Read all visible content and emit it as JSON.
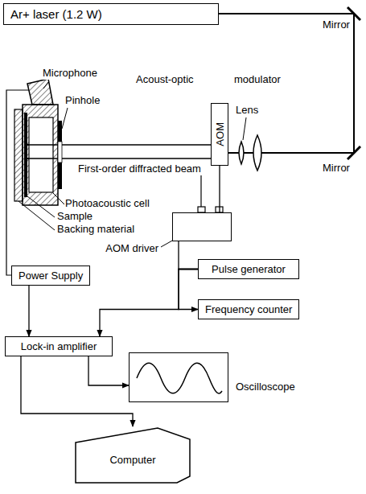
{
  "diagram": {
    "nodes": [
      {
        "text": [
          "Ar+ laser (1.2 W)"
        ]
      },
      {
        "text": [
          "AOM"
        ]
      },
      {
        "text": [
          "AOM driver"
        ]
      },
      {
        "text": [
          "Power Supply"
        ]
      },
      {
        "text": [
          "Pulse generator"
        ]
      },
      {
        "text": [
          "Frequency counter"
        ]
      },
      {
        "text": [
          "Lock-in amplifier"
        ]
      },
      {
        "text": [
          "Oscilloscope"
        ]
      },
      {
        "text": [
          "Computer"
        ]
      }
    ],
    "edges": [
      {
        "from": 2,
        "to": 1,
        "arrow": "none"
      },
      {
        "from": 4,
        "to": 2,
        "arrow": "none"
      },
      {
        "from": 4,
        "to": 5,
        "arrow": "to"
      },
      {
        "from": 4,
        "to": 6,
        "arrow": "to"
      },
      {
        "from": 3,
        "to": 6,
        "arrow": "to"
      },
      {
        "from": 6,
        "to": 7,
        "arrow": "to"
      },
      {
        "from": 6,
        "to": 8,
        "arrow": "to"
      }
    ],
    "labels": [
      "Mirror",
      "Mirror",
      "Microphone",
      "Acoust-optic",
      "modulator",
      "Lens",
      "Pinhole",
      "First-order diffracted beam",
      "Photoacoustic cell",
      "Sample",
      "Backing material"
    ]
  }
}
